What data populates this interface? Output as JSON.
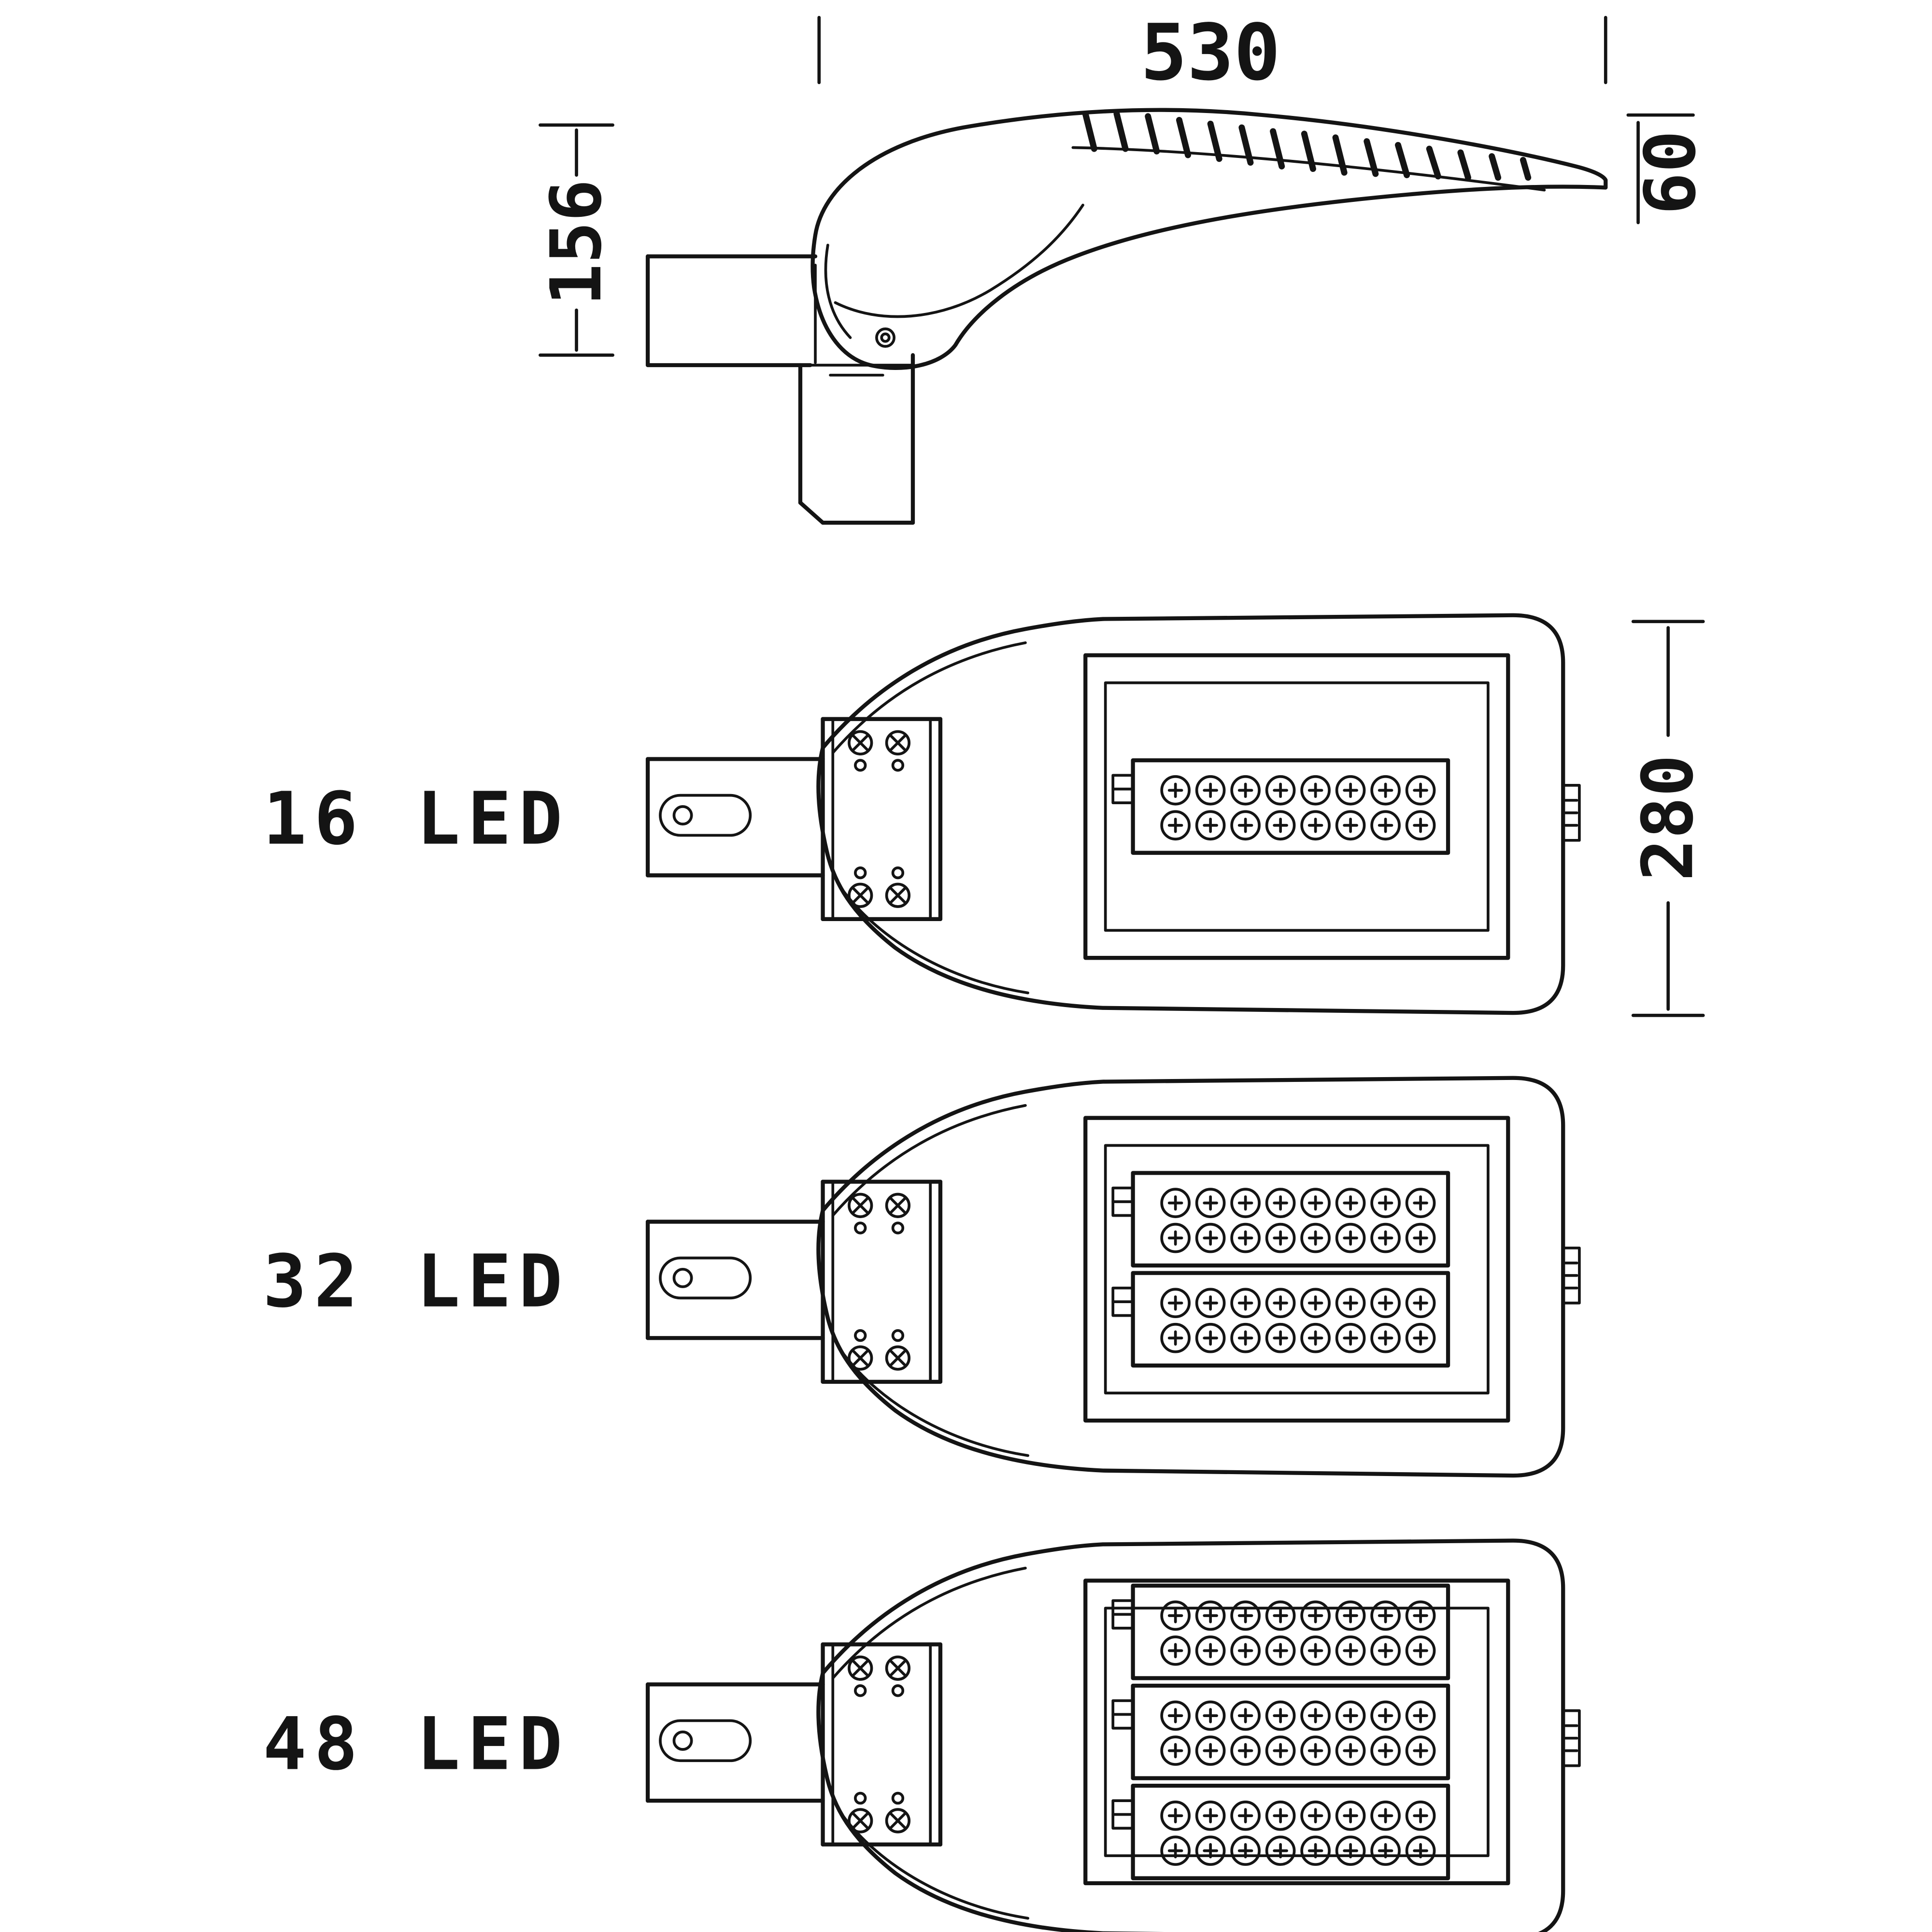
{
  "drawing_type": "LED street light technical drawing",
  "style": {
    "ink": "#141414",
    "background": "#ffffff"
  },
  "dimensions": {
    "overall_width": "530",
    "housing_edge_height": "60",
    "mount_height": "156",
    "body_width": "280"
  },
  "variants": [
    {
      "label": "16 LED",
      "led_count": 16,
      "modules": 1
    },
    {
      "label": "32 LED",
      "led_count": 32,
      "modules": 2
    },
    {
      "label": "48 LED",
      "led_count": 48,
      "modules": 3
    }
  ]
}
